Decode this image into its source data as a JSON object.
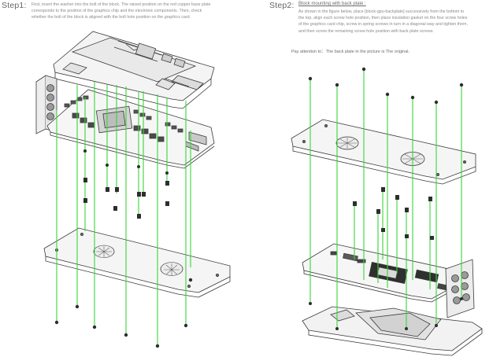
{
  "step1": {
    "label": "Step1:",
    "lines": [
      "First, insert the washer into the bolt of the block. The raised position on the red copper base plate",
      "corresponds to the position of the graphics chip and the electronic components. Then, check",
      "whether the bolt of the block is aligned with the bolt hole position on the graphics card."
    ]
  },
  "step2": {
    "label": "Step2:",
    "heading": "Block mounting with back plate :",
    "lines": [
      "As shown in the figure below, place [block-gpu-backplate] successively from the bottom to",
      "the top, align each screw hole position, then place insulation gasket on the four screw holes",
      "of the graphics card chip, screw in spring screws in turn in a diagonal way and tighten them,",
      "and then screw the remaining screw hole position with back plate screws."
    ],
    "attention": "Pay attention to：The back plate in the picture is The original."
  },
  "colors": {
    "guide_line": "#39d439",
    "outline": "#3a3a3a",
    "text": "#8a8a8a"
  }
}
